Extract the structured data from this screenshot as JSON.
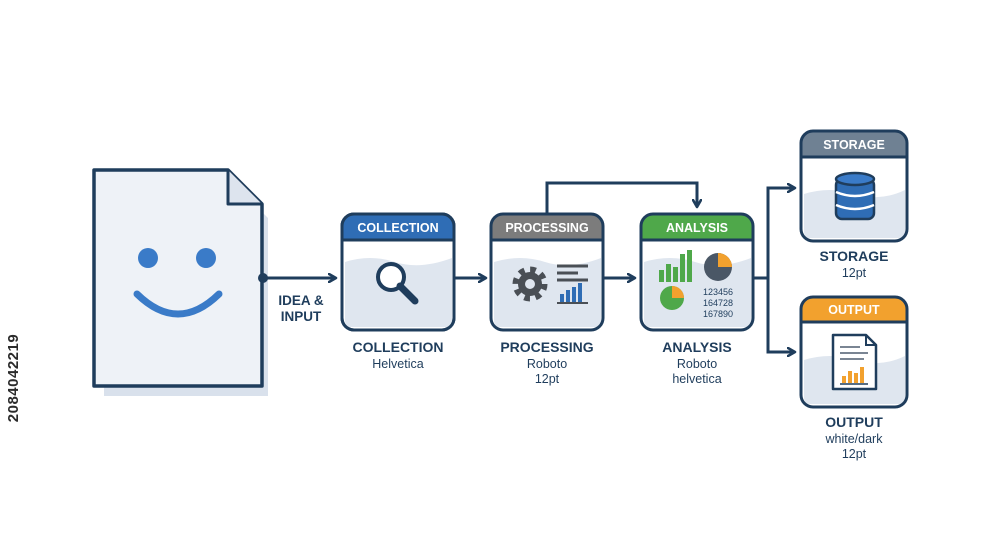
{
  "colors": {
    "outline": "#1f3d5c",
    "accent_blue": "#3a7bc8",
    "header_collection": "#2f6db5",
    "header_processing": "#7c7c7c",
    "header_analysis": "#4fa84a",
    "header_storage": "#6f8193",
    "header_output": "#f2a12e",
    "panel_fill": "#dfe6ef",
    "document_fill": "#eef2f7",
    "chart_green": "#4fa84a",
    "chart_orange": "#f2a12e"
  },
  "input": {
    "label_line1": "IDEA &",
    "label_line2": "INPUT",
    "face_icon": "smiley-face-icon",
    "doc_icon": "document-icon"
  },
  "collection": {
    "header": "COLLECTION",
    "title": "COLLECTION",
    "sub1": "Helvetica",
    "icon": "magnifier-icon"
  },
  "processing": {
    "header": "PROCESSING",
    "title": "PROCESSING",
    "sub1": "Roboto",
    "sub2": "12pt",
    "icon": "gear-icon"
  },
  "analysis": {
    "header": "ANALYSIS",
    "title": "ANALYSIS",
    "sub1": "Roboto",
    "sub2": "helvetica",
    "icon": "charts-icon",
    "numbers": [
      "123456",
      "164728",
      "167890"
    ]
  },
  "storage": {
    "header": "STORAGE",
    "title": "STORAGE",
    "sub1": "12pt",
    "icon": "database-icon"
  },
  "output": {
    "header": "OUTPUT",
    "title": "OUTPUT",
    "sub1": "white/dark",
    "sub2": "12pt",
    "icon": "report-document-icon"
  },
  "stock_id": "2084042219"
}
